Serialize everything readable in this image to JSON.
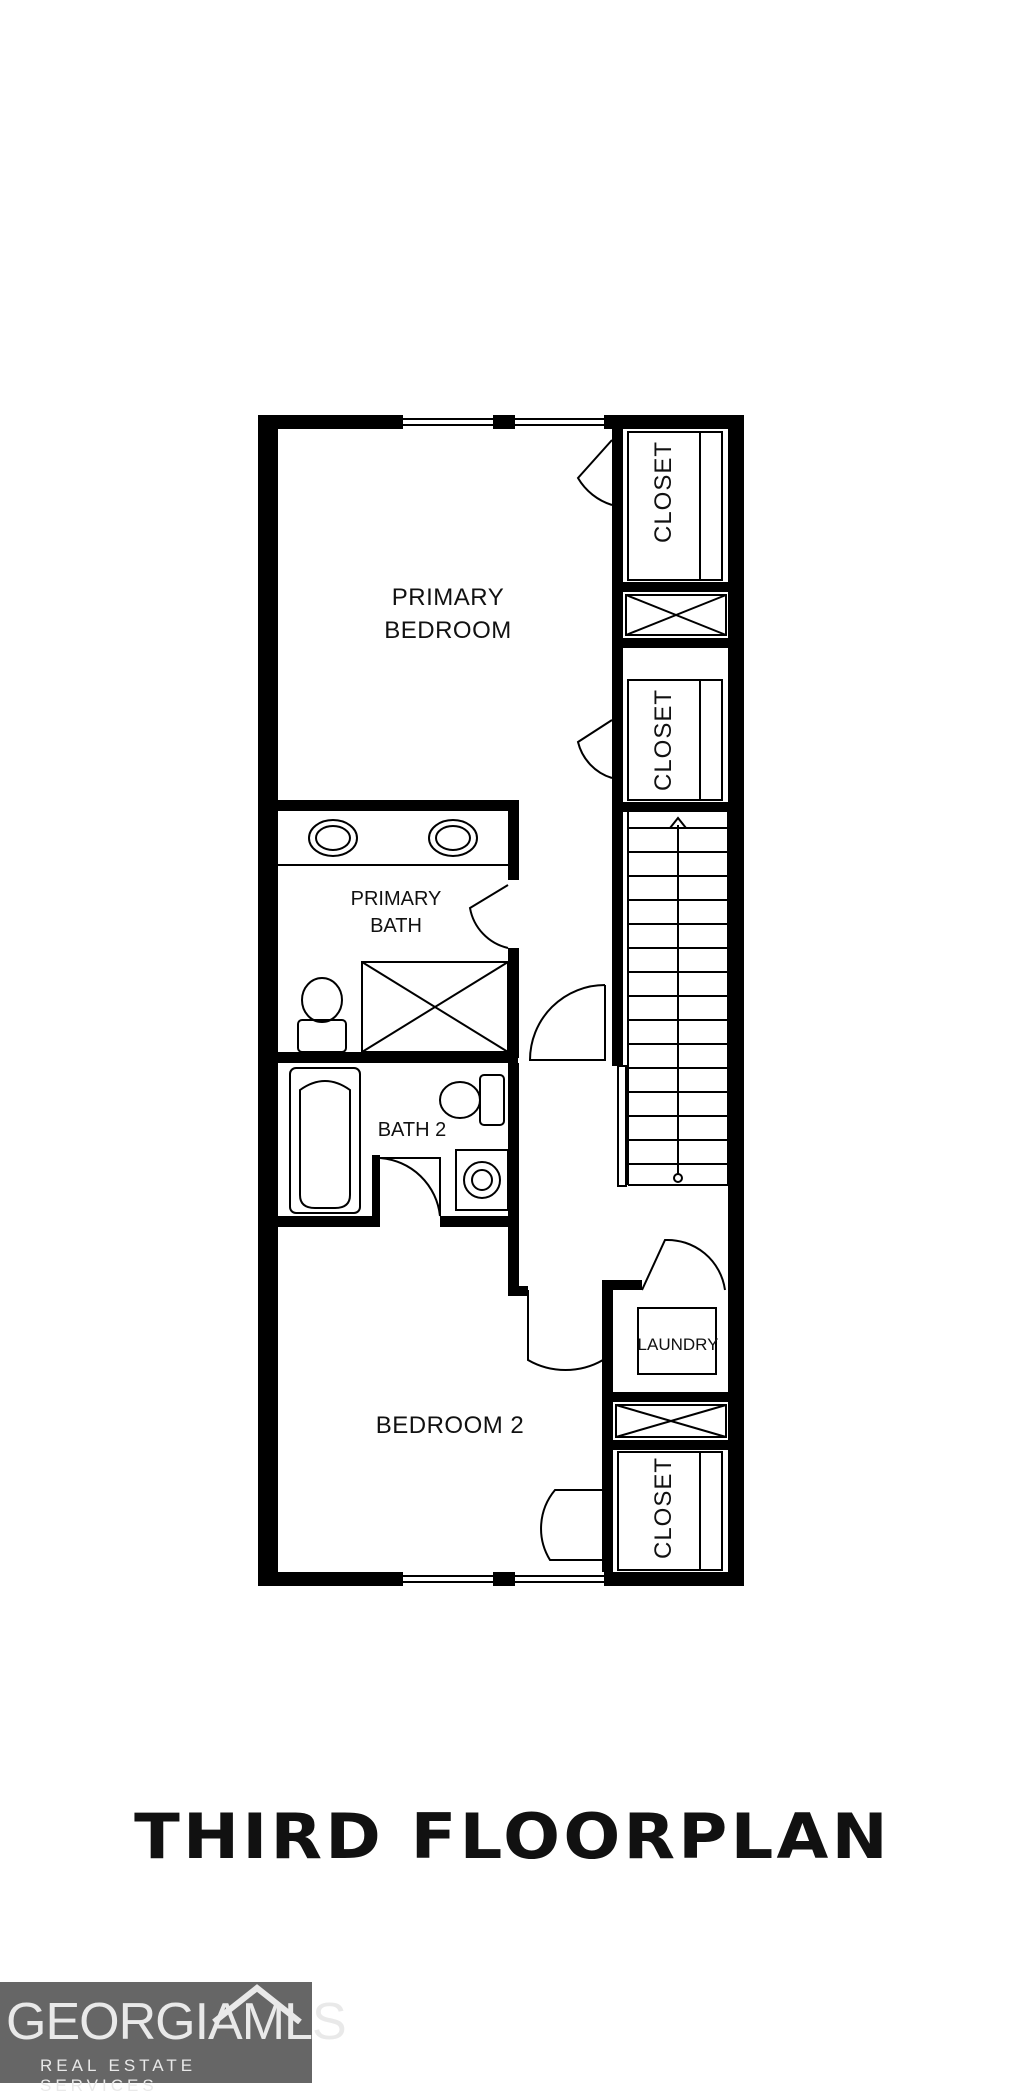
{
  "rooms": {
    "primary_bedroom": [
      "PRIMARY",
      "BEDROOM"
    ],
    "primary_bath": [
      "PRIMARY",
      "BATH"
    ],
    "bath_2": "BATH 2",
    "bedroom_2": "BEDROOM 2",
    "laundry": "LAUNDRY",
    "closet": "CLOSET"
  },
  "title": "THIRD FLOORPLAN",
  "watermark": {
    "brand": "GEORGIAMLS",
    "tagline": "REAL ESTATE SERVICES"
  }
}
